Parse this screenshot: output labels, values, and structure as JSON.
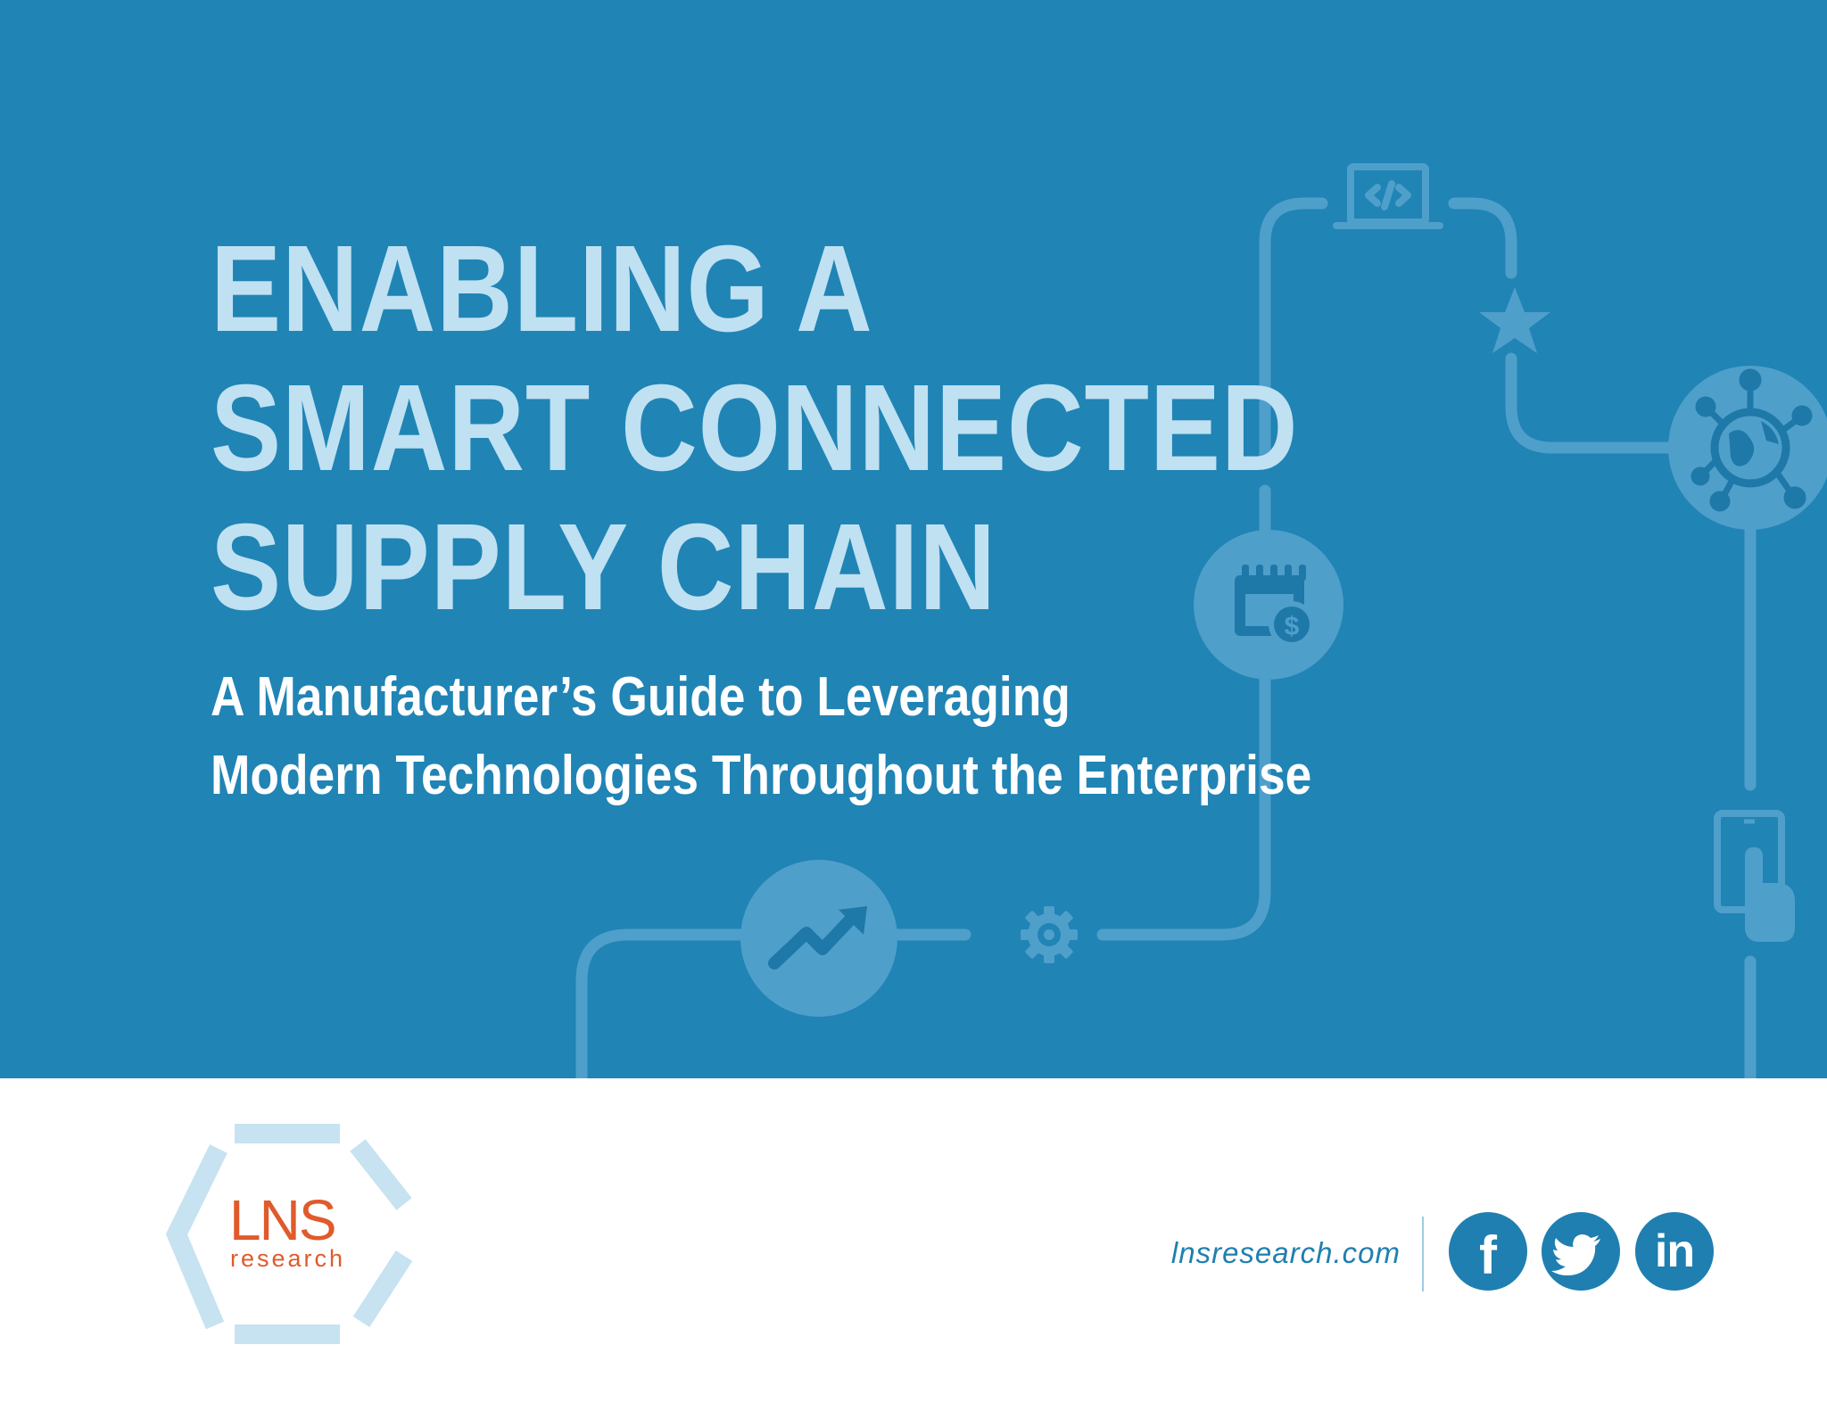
{
  "cover": {
    "title_lines": [
      "ENABLING A",
      "SMART CONNECTED",
      "SUPPLY CHAIN"
    ],
    "subtitle_lines": [
      "A Manufacturer’s Guide to Leveraging",
      "Modern Technologies Throughout the Enterprise"
    ]
  },
  "colors": {
    "banner": "#2084b5",
    "title": "#bfe1f2",
    "subtitle": "#ffffff",
    "logo_orange": "#e05a2b",
    "logo_hexagon": "#c7e2f1",
    "social": "#1f7fb0"
  },
  "network_icons": [
    "laptop-code-icon",
    "star-icon",
    "global-network-icon",
    "calendar-dollar-icon",
    "tablet-touch-icon",
    "gear-icon",
    "trend-up-icon"
  ],
  "footer": {
    "logo": {
      "main": "LNS",
      "sub": "research"
    },
    "website": "lnsresearch.com",
    "social": [
      {
        "name": "facebook",
        "glyph": "f"
      },
      {
        "name": "twitter",
        "glyph": ""
      },
      {
        "name": "linkedin",
        "glyph": "in"
      }
    ]
  }
}
